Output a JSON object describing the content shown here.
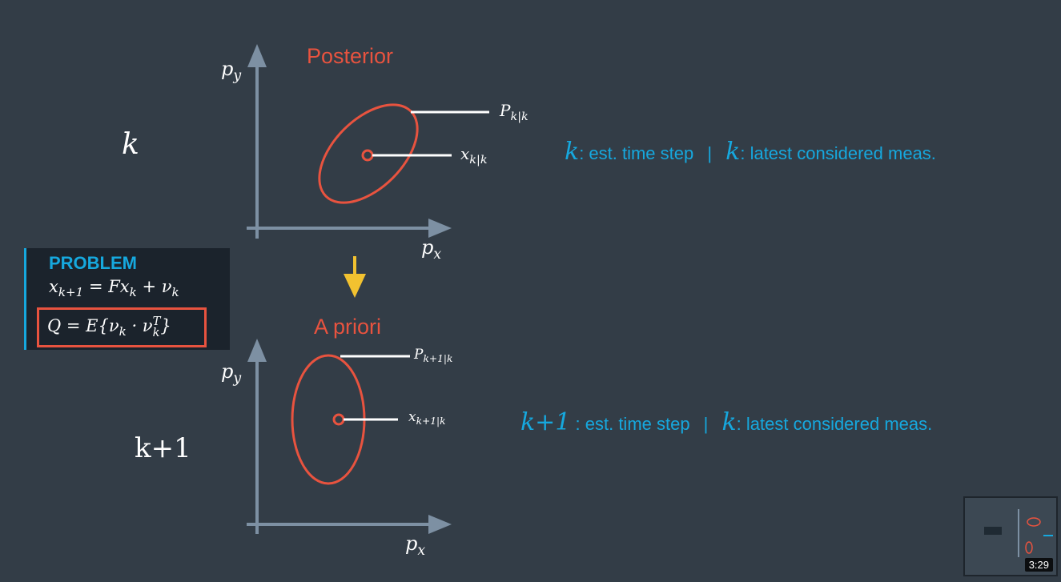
{
  "top_plot": {
    "title": "Posterior",
    "ylabel": "p",
    "ylabel_sub": "y",
    "xlabel": "p",
    "xlabel_sub": "x",
    "cov_label": "P",
    "cov_sub": "k|k",
    "mean_label": "x",
    "mean_sub": "k|k"
  },
  "bottom_plot": {
    "title": "A priori",
    "ylabel": "p",
    "ylabel_sub": "y",
    "xlabel": "p",
    "xlabel_sub": "x",
    "cov_label": "P",
    "cov_sub": "k+1|k",
    "mean_label": "x",
    "mean_sub": "k+1|k"
  },
  "left_labels": {
    "k": "k",
    "k1": "k+1"
  },
  "legend_top": {
    "var1": "k",
    "text1": ": est. time step",
    "sep": "|",
    "var2": "k",
    "text2": ": latest considered meas."
  },
  "legend_bottom": {
    "var1": "k+1",
    "text1": " : est. time step",
    "sep": "|",
    "var2": "k",
    "text2": ": latest considered meas."
  },
  "problem": {
    "title": "PROBLEM",
    "eq1_x": "x",
    "eq1_x_sub": "k+1",
    "eq1_rest": " = Fx",
    "eq1_x2_sub": "k",
    "eq1_plus": " + ν",
    "eq1_nu_sub": "k",
    "eq2_main": "Q = E{ν",
    "eq2_nu_sub": "k",
    "eq2_dot": " · ν",
    "eq2_sup": "T",
    "eq2_sub2": "k",
    "eq2_close": "}"
  },
  "thumbnail": {
    "time": "3:29"
  },
  "colors": {
    "background": "#333d47",
    "accent_red": "#e8533f",
    "accent_cyan": "#16a8de",
    "arrow_yellow": "#f2c230",
    "axis": "#7d90a3"
  }
}
